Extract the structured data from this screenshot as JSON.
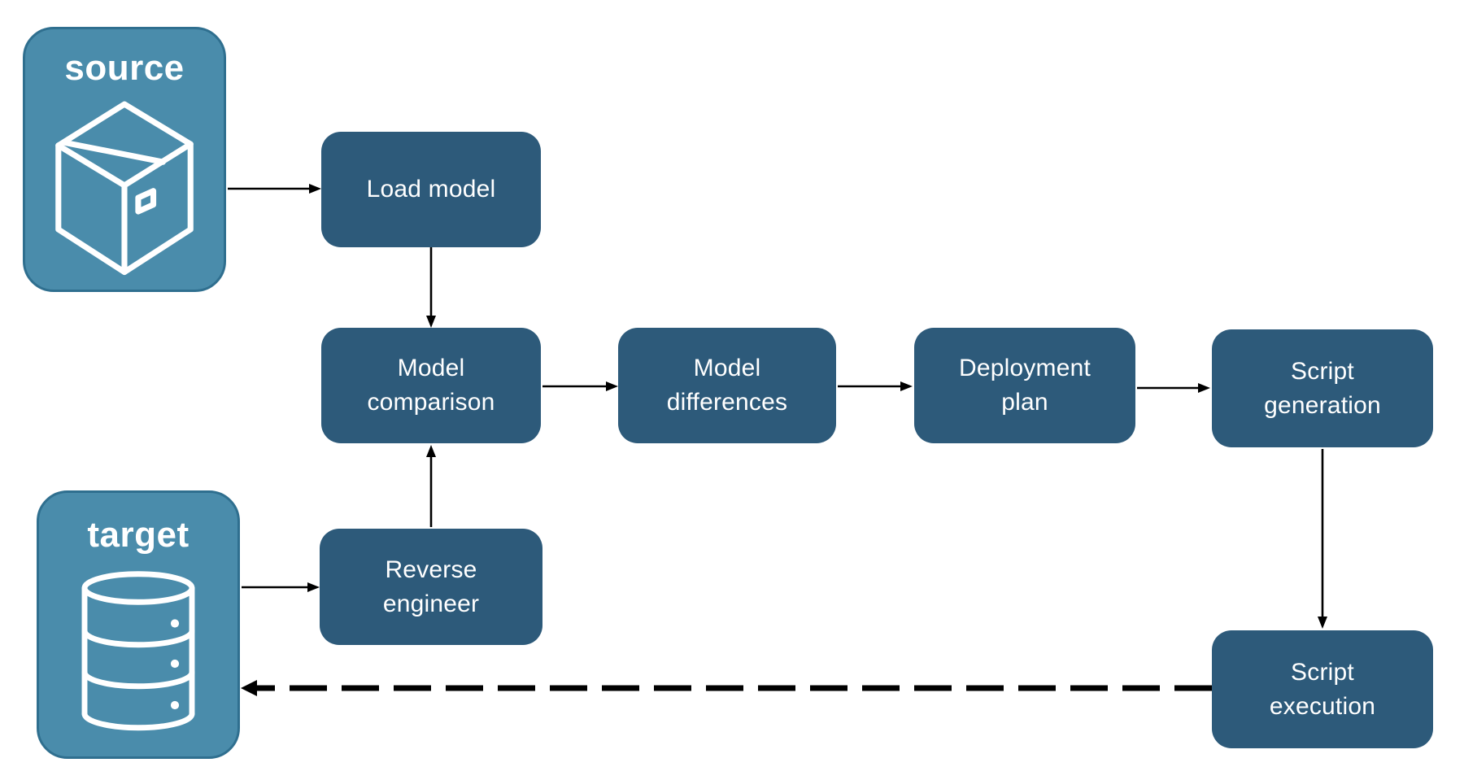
{
  "diagram": {
    "endpoints": {
      "source": {
        "label": "source",
        "icon": "package-icon"
      },
      "target": {
        "label": "target",
        "icon": "database-icon"
      }
    },
    "nodes": {
      "load_model": {
        "label": "Load model"
      },
      "model_comparison": {
        "label": "Model\ncomparison"
      },
      "model_differences": {
        "label": "Model\ndifferences"
      },
      "deployment_plan": {
        "label": "Deployment\nplan"
      },
      "script_generation": {
        "label": "Script\ngeneration"
      },
      "reverse_engineer": {
        "label": "Reverse\nengineer"
      },
      "script_execution": {
        "label": "Script\nexecution"
      }
    },
    "connectors": [
      {
        "from": "source",
        "to": "load_model",
        "style": "solid"
      },
      {
        "from": "load_model",
        "to": "model_comparison",
        "style": "solid"
      },
      {
        "from": "model_comparison",
        "to": "model_differences",
        "style": "solid"
      },
      {
        "from": "model_differences",
        "to": "deployment_plan",
        "style": "solid"
      },
      {
        "from": "deployment_plan",
        "to": "script_generation",
        "style": "solid"
      },
      {
        "from": "script_generation",
        "to": "script_execution",
        "style": "solid"
      },
      {
        "from": "reverse_engineer",
        "to": "model_comparison",
        "style": "solid"
      },
      {
        "from": "target",
        "to": "reverse_engineer",
        "style": "solid"
      },
      {
        "from": "script_execution",
        "to": "target",
        "style": "dashed"
      }
    ],
    "colors": {
      "node_fill": "#2d5a7a",
      "node_text": "#ffffff",
      "endpoint_fill": "#4a8cab",
      "endpoint_border": "#2f6f8f",
      "endpoint_text": "#ffffff",
      "icon_stroke": "#ffffff",
      "arrow": "#000000",
      "background": "#ffffff"
    }
  }
}
